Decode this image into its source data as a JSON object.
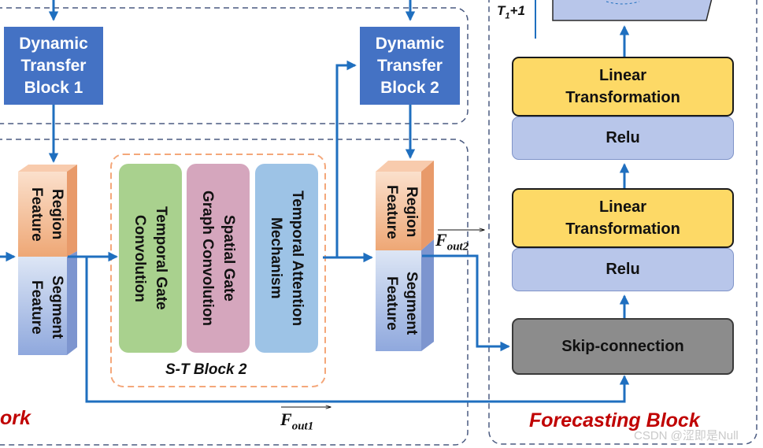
{
  "dynamic_transfer_1": {
    "label": "Dynamic\nTransfer\nBlock 1"
  },
  "dynamic_transfer_2": {
    "label": "Dynamic\nTransfer\nBlock 2"
  },
  "feature_block_left": {
    "region": "Region\nFeature",
    "segment": "Segment\nFeature"
  },
  "feature_block_right": {
    "region": "Region\nFeature",
    "segment": "Segment\nFeature"
  },
  "st_block": {
    "title": "S-T  Block 2",
    "temporal_gate": "Temporal Gate\nConvolution",
    "spatial_gate": "Spatial Gate\nGraph Convolution",
    "temporal_attention": "Temporal Attention\nMechanism"
  },
  "forecasting": {
    "title": "Forecasting Block",
    "top_label_main": "T",
    "top_label_sub": "1",
    "top_label_tail": "+1",
    "linear_1": "Linear\nTransformation",
    "relu_1": "Relu",
    "linear_2": "Linear\nTransformation",
    "relu_2": "Relu",
    "skip": "Skip-connection"
  },
  "network_title_fragment": "ork",
  "f_out2": {
    "base": "F",
    "sub": "out2"
  },
  "f_out1": {
    "base": "F",
    "sub": "out1"
  },
  "watermark": "CSDN @涩即是Null",
  "colors": {
    "arrow": "#1f6fbf",
    "dashed_border": "#4a5a80",
    "dynamic_block": "#4472c4",
    "region_orange": "#f4b183",
    "segment_blue": "#b4c7e7",
    "temporal_gate_green": "#a9d18e",
    "spatial_gate_pink": "#d5a6bd",
    "temporal_attention_blue": "#9dc3e6",
    "st_dashed_orange": "#f4a77a",
    "linear_yellow": "#fdd966",
    "relu_blue": "#b8c6ea",
    "skip_gray": "#8c8c8c",
    "title_red": "#c00000"
  }
}
